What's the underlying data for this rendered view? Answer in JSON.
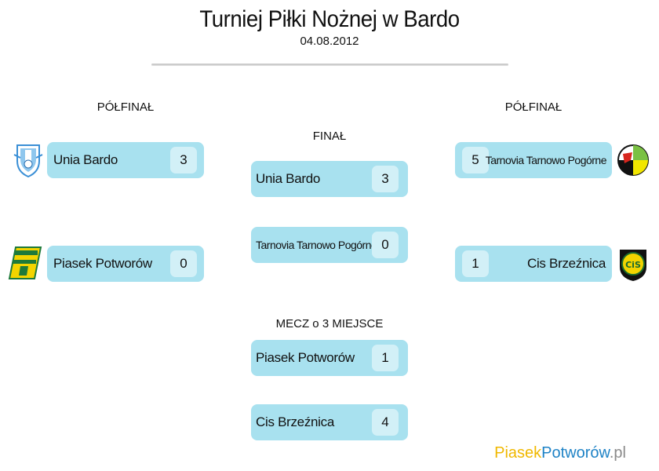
{
  "header": {
    "title": "Turniej Piłki Nożnej w Bardo",
    "date": "04.08.2012"
  },
  "labels": {
    "semifinal_left": "PÓŁFINAŁ",
    "semifinal_right": "PÓŁFINAŁ",
    "final": "FINAŁ",
    "third_place": "MECZ o 3 MIEJSCE"
  },
  "semifinal_left": {
    "team1": {
      "name": "Unia Bardo",
      "score": "3",
      "logo": "unia-bardo-crest-icon"
    },
    "team2": {
      "name": "Piasek Potworów",
      "score": "0",
      "logo": "piasek-potworow-crest-icon"
    }
  },
  "semifinal_right": {
    "team1": {
      "name": "Tarnovia Tarnowo Pogórne",
      "score": "5",
      "logo": "tarnovia-crest-icon"
    },
    "team2": {
      "name": "Cis Brzeźnica",
      "score": "1",
      "logo": "cis-brzeznica-crest-icon"
    }
  },
  "final": {
    "team1": {
      "name": "Unia Bardo",
      "score": "3"
    },
    "team2": {
      "name": "Tarnovia Tarnowo Pogórne",
      "score": "0"
    }
  },
  "third_place": {
    "team1": {
      "name": "Piasek Potworów",
      "score": "1"
    },
    "team2": {
      "name": "Cis Brzeźnica",
      "score": "4"
    }
  },
  "footer": {
    "brand_part1": "Piasek",
    "brand_part2": "Potworów",
    "brand_part3": ".pl"
  },
  "colors": {
    "match_box": "#a8e1ef",
    "score_box": "#d2f0f7",
    "brand_yellow": "#f0b800",
    "brand_blue": "#1f83c6",
    "brand_gray": "#8a8a8a"
  }
}
